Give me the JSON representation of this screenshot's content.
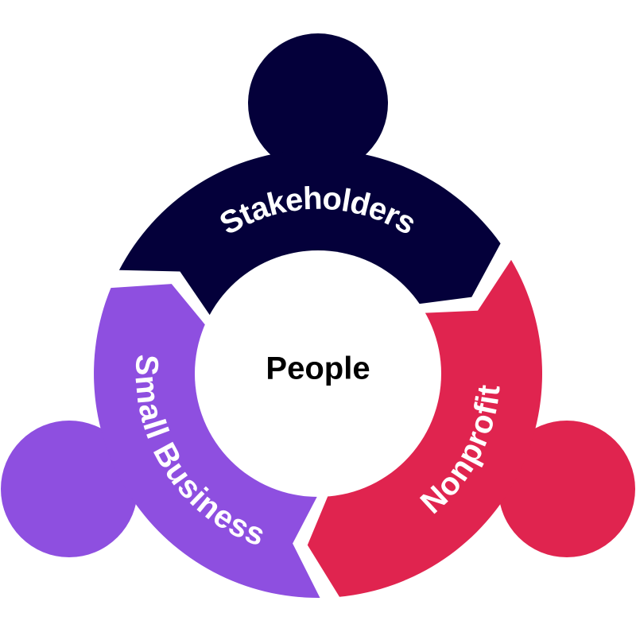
{
  "center": {
    "label": "People"
  },
  "segments": [
    {
      "label": "Stakeholders",
      "color": "#04003A"
    },
    {
      "label": "Nonprofit",
      "color": "#E0244F"
    },
    {
      "label": "Small Business",
      "color": "#8E4FE0"
    }
  ]
}
